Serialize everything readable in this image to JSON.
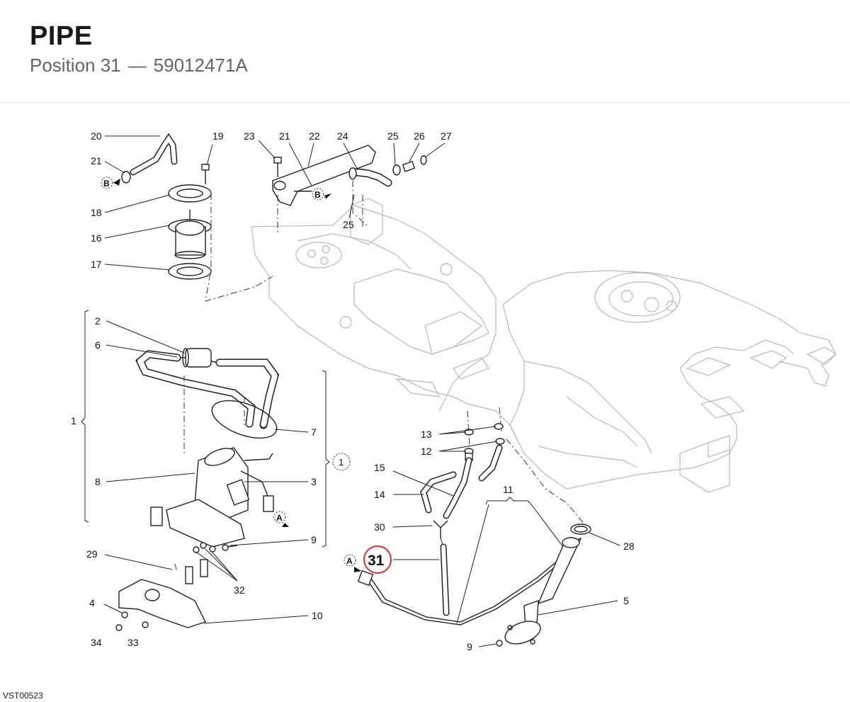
{
  "header": {
    "title": "PIPE",
    "position_label": "Position 31",
    "separator": "—",
    "part_number": "59012471A"
  },
  "diagram": {
    "highlight_color": "#d32f2f",
    "highlighted_callout": "31",
    "callouts": {
      "c20": "20",
      "c19": "19",
      "c23": "23",
      "c21b": "21",
      "c22": "22",
      "c24": "24",
      "c25a": "25",
      "c26": "26",
      "c27": "27",
      "c21a": "21",
      "cB1": "B",
      "cB2": "B",
      "c18": "18",
      "c16": "16",
      "c17": "17",
      "c25b": "25",
      "c2": "2",
      "c6": "6",
      "c1": "1",
      "c7": "7",
      "c8": "8",
      "c3": "3",
      "cA1": "A",
      "c9a": "9",
      "c1circ": "1",
      "c29": "29",
      "c32": "32",
      "c4": "4",
      "c10": "10",
      "c34": "34",
      "c33": "33",
      "c13": "13",
      "c12": "12",
      "c15": "15",
      "c14": "14",
      "c11": "11",
      "c30": "30",
      "c31": "31",
      "cA2": "A",
      "c28": "28",
      "c5": "5",
      "c9b": "9"
    }
  },
  "footer": {
    "reference_code": "VST00523"
  }
}
